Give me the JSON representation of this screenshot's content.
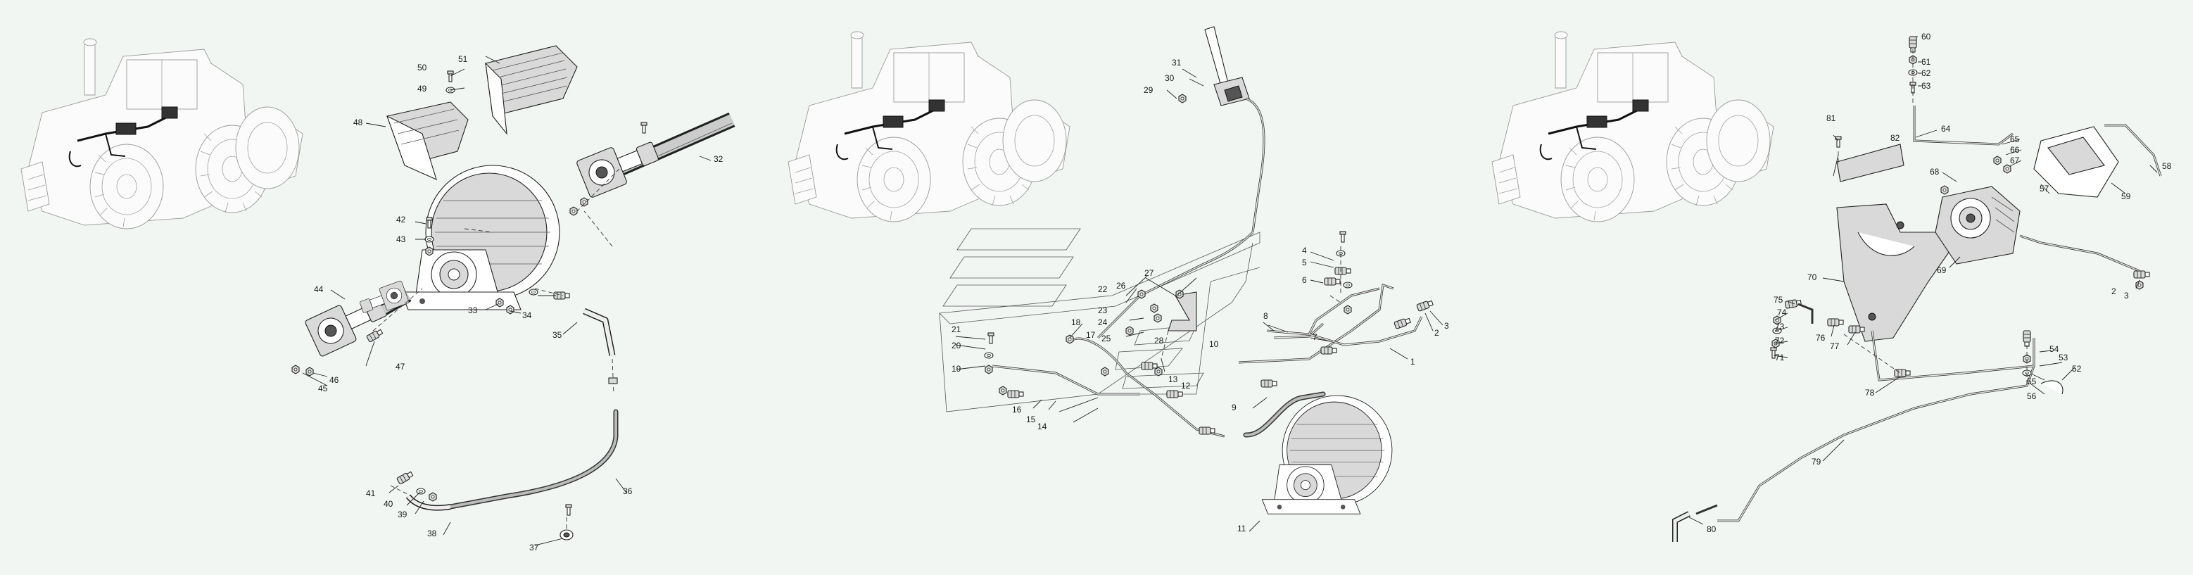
{
  "panels": [
    {
      "id": "panel-1",
      "callouts": [
        "32",
        "33",
        "34",
        "35",
        "36",
        "37",
        "38",
        "39",
        "40",
        "41",
        "42",
        "43",
        "44",
        "45",
        "46",
        "47",
        "48",
        "49",
        "50",
        "51"
      ]
    },
    {
      "id": "panel-2",
      "callouts": [
        "1",
        "2",
        "3",
        "4",
        "5",
        "6",
        "7",
        "8",
        "9",
        "10",
        "11",
        "12",
        "13",
        "14",
        "15",
        "16",
        "17",
        "18",
        "19",
        "20",
        "21",
        "22",
        "23",
        "24",
        "25",
        "26",
        "27",
        "28",
        "29",
        "30",
        "31"
      ]
    },
    {
      "id": "panel-3",
      "callouts": [
        "2",
        "3",
        "52",
        "53",
        "54",
        "55",
        "56",
        "57",
        "58",
        "59",
        "60",
        "61",
        "62",
        "63",
        "64",
        "65",
        "66",
        "67",
        "68",
        "69",
        "70",
        "71",
        "72",
        "73",
        "74",
        "75",
        "76",
        "77",
        "78",
        "79",
        "80",
        "81",
        "82"
      ]
    }
  ],
  "colors": {
    "background": "#f2f6f3",
    "ink": "#222222"
  }
}
